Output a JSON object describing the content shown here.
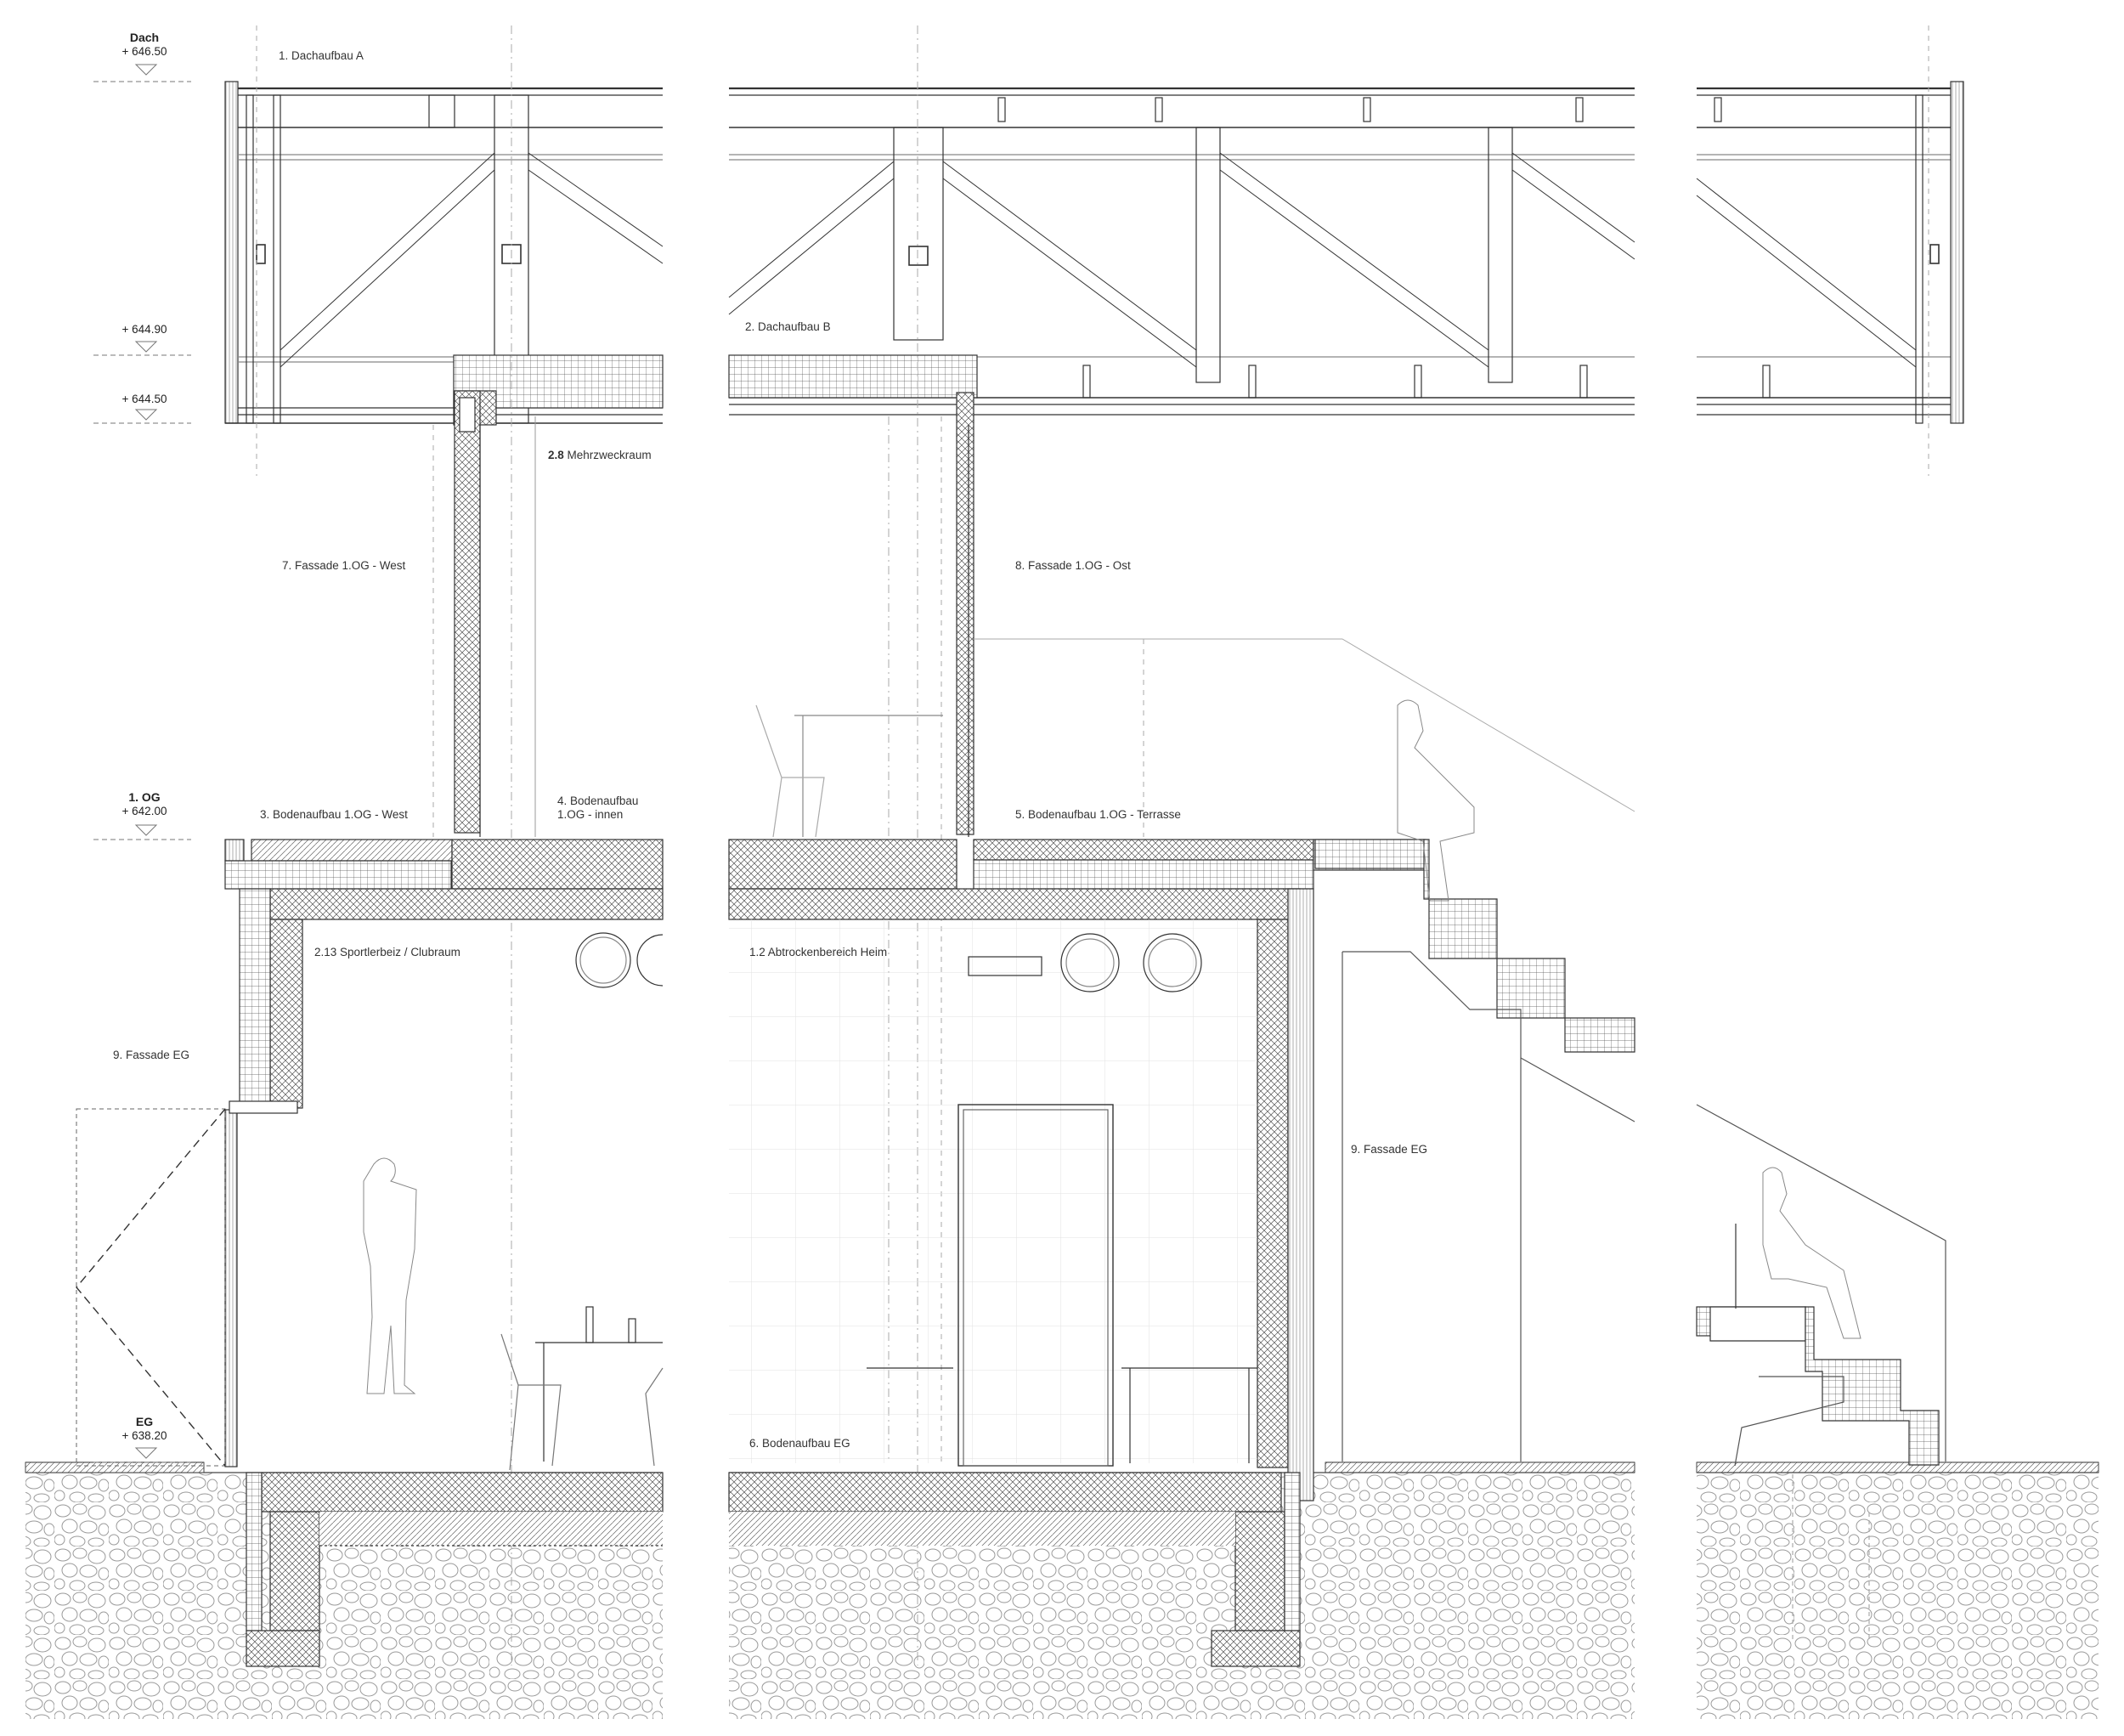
{
  "levels": {
    "dach": {
      "name": "Dach",
      "value": "+ 646.50"
    },
    "l644_90": {
      "value": "+ 644.90"
    },
    "l644_50": {
      "value": "+ 644.50"
    },
    "og1": {
      "name": "1. OG",
      "value": "+ 642.00"
    },
    "eg": {
      "name": "EG",
      "value": "+ 638.20"
    }
  },
  "labels": {
    "dachaufbau_a": "1. Dachaufbau A",
    "dachaufbau_b": "2. Dachaufbau B",
    "room_num_28": "2.8",
    "room_mehrzweckraum": "Mehrzweckraum",
    "fassade_og_west": "7. Fassade 1.OG - West",
    "fassade_og_ost": "8. Fassade 1.OG - Ost",
    "boden_og_west": "3. Bodenaufbau 1.OG - West",
    "boden_og_innen_1": "4. Bodenaufbau",
    "boden_og_innen_2": "1.OG - innen",
    "boden_og_terrasse": "5. Bodenaufbau 1.OG - Terrasse",
    "room_sportlerbeiz": "2.13 Sportlerbeiz / Clubraum",
    "room_abtrocken": "1.2 Abtrockenbereich Heim",
    "fassade_eg_west": "9. Fassade  EG",
    "fassade_eg_ost": "9. Fassade  EG",
    "boden_eg": "6. Bodenaufbau EG"
  }
}
